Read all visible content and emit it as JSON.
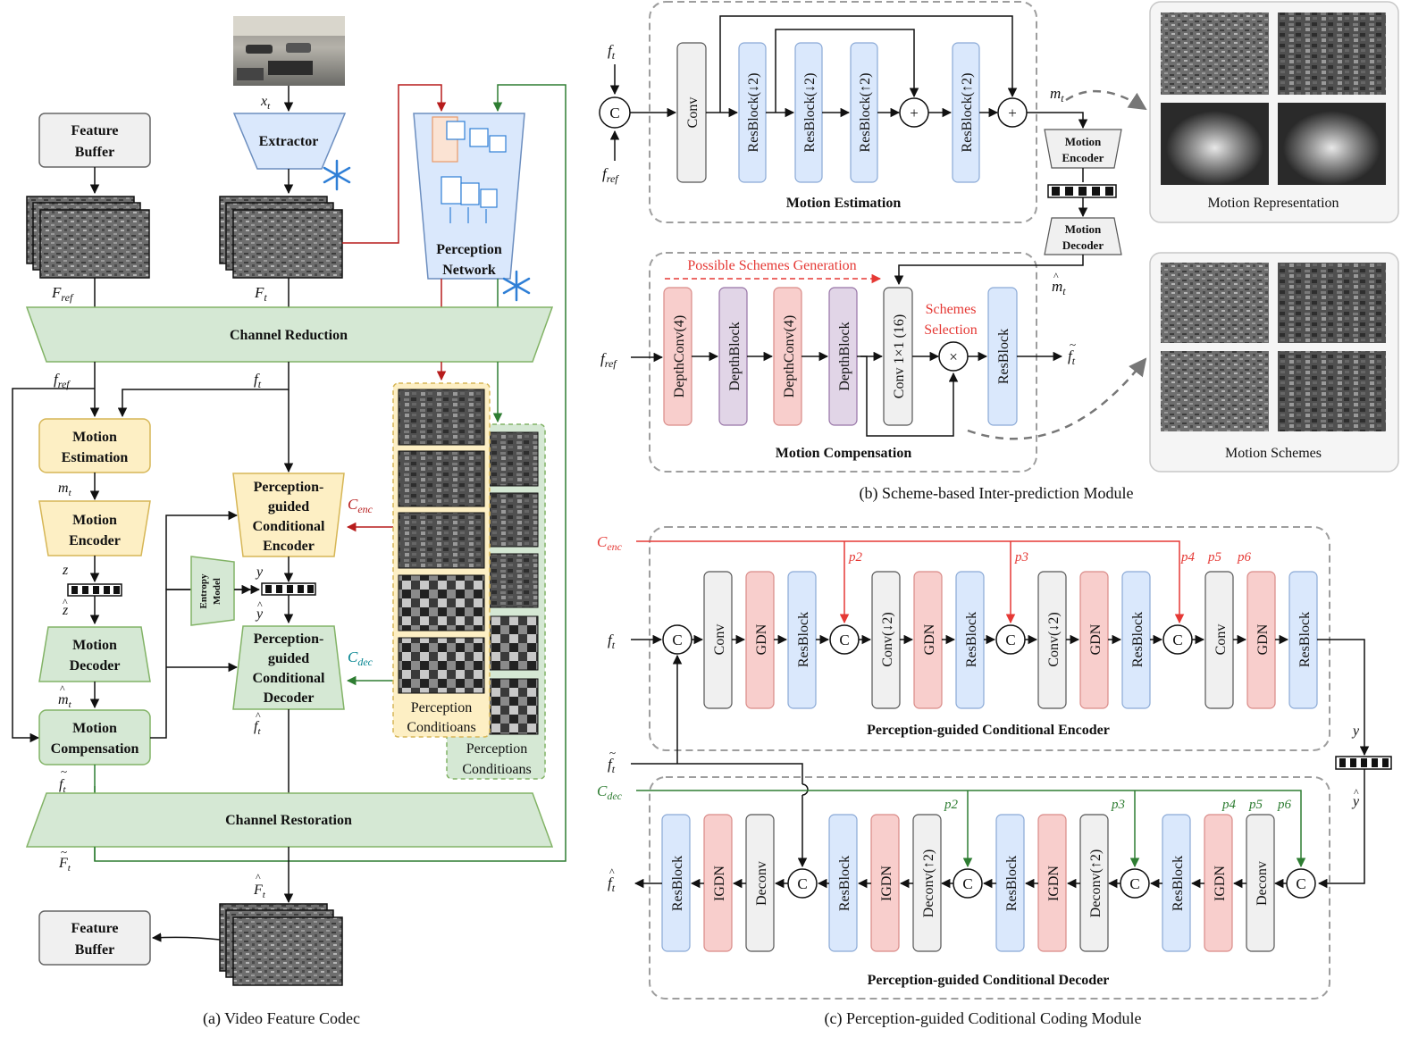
{
  "captions": {
    "a": "(a) Video Feature Codec",
    "b": "(b) Scheme-based Inter-prediction Module",
    "c": "(c) Perception-guided Coditional Coding Module"
  },
  "panel_a": {
    "feature_buffer_top": [
      "Feature",
      "Buffer"
    ],
    "feature_buffer_bottom": [
      "Feature",
      "Buffer"
    ],
    "extractor": "Extractor",
    "perception_network": [
      "Perception",
      "Network"
    ],
    "channel_reduction": "Channel Reduction",
    "channel_restoration": "Channel Restoration",
    "motion_estimation": [
      "Motion",
      "Estimation"
    ],
    "motion_encoder": [
      "Motion",
      "Encoder"
    ],
    "motion_decoder": [
      "Motion",
      "Decoder"
    ],
    "motion_compensation": [
      "Motion",
      "Compensation"
    ],
    "pg_encoder": [
      "Perception-",
      "guided",
      "Conditional",
      "Encoder"
    ],
    "pg_decoder": [
      "Perception-",
      "guided",
      "Conditional",
      "Decoder"
    ],
    "entropy_model": [
      "Entropy",
      "Model"
    ],
    "perception_conditions_yellow": [
      "Perception",
      "Conditioans"
    ],
    "perception_conditions_green": [
      "Perception",
      "Conditioans"
    ],
    "labels": {
      "x_t": "x",
      "x_sub": "t",
      "F_ref": "F",
      "F_ref_sub": "ref",
      "F_t": "F",
      "F_t_sub": "t",
      "f_ref": "f",
      "f_ref_sub": "ref",
      "f_t": "f",
      "f_t_sub": "t",
      "m_t": "m",
      "m_t_sub": "t",
      "z": "z",
      "z_hat": "z",
      "m_hat": "m",
      "m_hat_sub": "t",
      "f_tilde": "f",
      "f_tilde_sub": "t",
      "F_tilde": "F",
      "F_tilde_sub": "t",
      "F_hat": "F",
      "F_hat_sub": "t",
      "y": "y",
      "y_hat": "y",
      "f_hat": "f",
      "f_hat_sub": "t",
      "c_enc": "C",
      "c_enc_sub": "enc",
      "c_dec": "C",
      "c_dec_sub": "dec"
    }
  },
  "panel_b": {
    "motion_estimation_title": "Motion Estimation",
    "motion_compensation_title": "Motion Compensation",
    "motion_representation": "Motion Representation",
    "motion_schemes": "Motion Schemes",
    "conv": "Conv",
    "resblock_down1": "ResBlock(↓2)",
    "resblock_down2": "ResBlock(↓2)",
    "resblock_up1": "ResBlock(↑2)",
    "resblock_up2": "ResBlock(↑2)",
    "motion_encoder": [
      "Motion",
      "Encoder"
    ],
    "motion_decoder": [
      "Motion",
      "Decoder"
    ],
    "possible_schemes": "Possible Schemes Generation",
    "schemes_selection": [
      "Schemes",
      "Selection"
    ],
    "depthconv1": "DepthConv(4)",
    "depthblock1": "DepthBlock",
    "depthconv2": "DepthConv(4)",
    "depthblock2": "DepthBlock",
    "conv1x1": "Conv 1×1 (16)",
    "resblock": "ResBlock",
    "plus": "+",
    "times": "×",
    "concat": "C"
  },
  "panel_c": {
    "encoder_title": "Perception-guided Conditional Encoder",
    "decoder_title": "Perception-guided Conditional Decoder",
    "enc_blocks": [
      "Conv",
      "GDN",
      "ResBlock",
      "Conv(↓2)",
      "GDN",
      "ResBlock",
      "Conv(↓2)",
      "GDN",
      "ResBlock",
      "Conv",
      "GDN",
      "ResBlock"
    ],
    "dec_blocks": [
      "ResBlock",
      "IGDN",
      "Deconv",
      "ResBlock",
      "IGDN",
      "Deconv(↑2)",
      "ResBlock",
      "IGDN",
      "Deconv(↑2)",
      "ResBlock",
      "IGDN",
      "Deconv"
    ],
    "p_labels": [
      "p2",
      "p3",
      "p4",
      "p5",
      "p6"
    ],
    "concat": "C"
  },
  "colors": {
    "red": "#e53935",
    "dark_red": "#b71c1c",
    "green": "#2e7d32",
    "teal": "#00838f",
    "yellow_fill": "#fdefc4",
    "yellow_stroke": "#e0b040",
    "green_fill": "#d5e8d4",
    "green_stroke": "#7cae6d",
    "blue_fill": "#dae8fc",
    "blue_stroke": "#8aa9d6",
    "pink_fill": "#f8cecc",
    "pink_stroke": "#d98a87",
    "purple_fill": "#e1d5e7",
    "purple_stroke": "#9673a6",
    "gray_fill": "#f0f0f0",
    "gray_stroke": "#555555"
  },
  "icons": [
    "snowflake-icon",
    "bitstream-icon",
    "feature-map-image",
    "video-frame-image"
  ]
}
